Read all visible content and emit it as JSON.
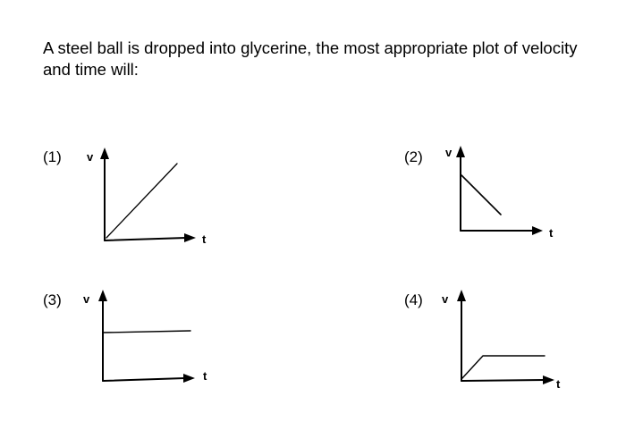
{
  "question": {
    "text": "A steel ball is dropped into glycerine, the most appropriate plot of velocity and time will:"
  },
  "options": [
    {
      "label": "(1)",
      "y_axis_label": "v",
      "x_axis_label": "t"
    },
    {
      "label": "(2)",
      "y_axis_label": "v",
      "x_axis_label": "t"
    },
    {
      "label": "(3)",
      "y_axis_label": "v",
      "x_axis_label": "t"
    },
    {
      "label": "(4)",
      "y_axis_label": "v",
      "x_axis_label": "t"
    }
  ],
  "colors": {
    "ink": "#000000",
    "background": "#ffffff"
  }
}
